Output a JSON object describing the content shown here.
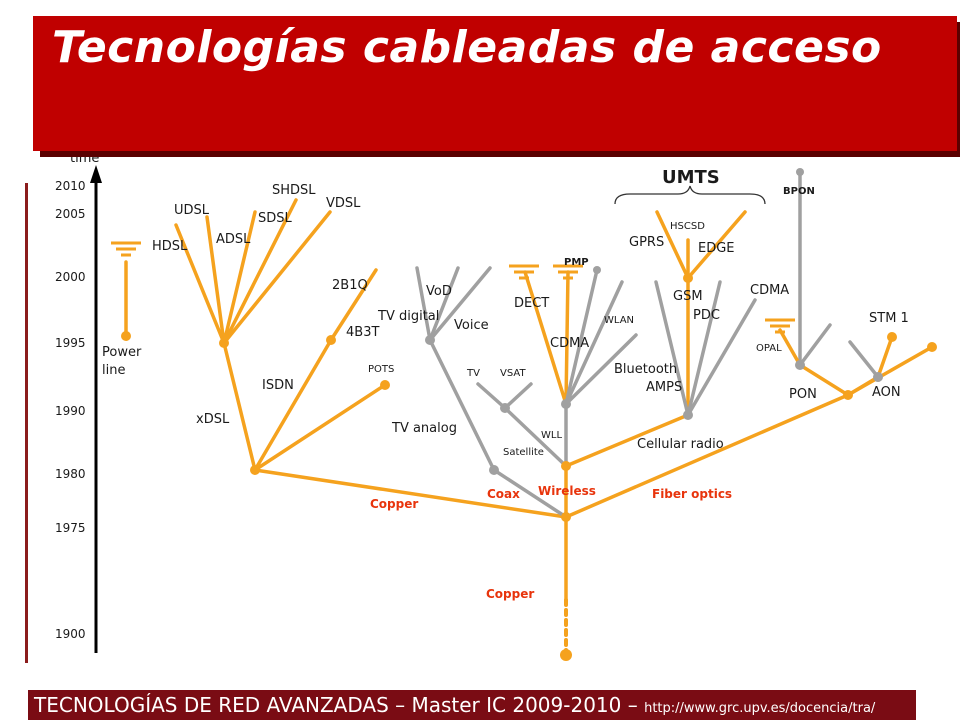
{
  "title": "Tecnologías cableadas de acceso",
  "footer": {
    "main": "TECNOLOGÍAS DE RED AVANZADAS – Master IC 2009-2010 – ",
    "url": "http://www.grc.upv.es/docencia/tra/"
  },
  "axis": {
    "label": "time",
    "years": [
      "2010",
      "2005",
      "2000",
      "1995",
      "1990",
      "1980",
      "1975",
      "1900"
    ]
  },
  "labels": {
    "hdsl": "HDSL",
    "udsl": "UDSL",
    "adsl": "ADSL",
    "shdsl": "SHDSL",
    "sdsl": "SDSL",
    "vdsl": "VDSL",
    "power_line": "Power",
    "power_line2": "line",
    "xdsl": "xDSL",
    "isdn": "ISDN",
    "b2q": "2B1Q",
    "b4b3t": "4B3T",
    "pots": "POTS",
    "copper_branch": "Copper",
    "copper_trunk": "Copper",
    "tv_analog": "TV analog",
    "tv_digital": "TV digital",
    "vod": "VoD",
    "voice": "Voice",
    "coax": "Coax",
    "wireless": "Wireless",
    "tv": "TV",
    "vsat": "VSAT",
    "satellite": "Satellite",
    "wll": "WLL",
    "dect": "DECT",
    "pmp": "PMP",
    "wlan": "WLAN",
    "cdma_wireless": "CDMA",
    "bluetooth": "Bluetooth",
    "amps": "AMPS",
    "cellular_radio": "Cellular radio",
    "gsm": "GSM",
    "pdc": "PDC",
    "gprs": "GPRS",
    "hscsd": "HSCSD",
    "edge": "EDGE",
    "cdma_cell": "CDMA",
    "umts": "UMTS",
    "bpon": "BPON",
    "opal": "OPAL",
    "pon": "PON",
    "aon": "AON",
    "stm1": "STM 1",
    "fiber_optics": "Fiber optics"
  },
  "colors": {
    "title_bg": "#c00000",
    "footer_bg": "#7a0c14",
    "copper_line": "#f5a21e",
    "other_line": "#a0a0a0",
    "branch_label": "#e8340c"
  }
}
